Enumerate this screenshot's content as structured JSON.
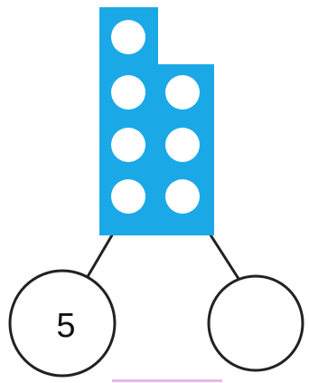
{
  "number_bond": {
    "shape": {
      "fill_color": "#1AA9E6",
      "dot_color": "#FFFFFF",
      "columns": [
        {
          "name": "left-column",
          "dots": 4
        },
        {
          "name": "right-column",
          "dots": 3
        }
      ],
      "total_dots": 7
    },
    "parts": [
      {
        "name": "left-part",
        "value": "5"
      },
      {
        "name": "right-part",
        "value": ""
      }
    ],
    "line_color": "#222222",
    "circle_stroke_color": "#222222"
  }
}
